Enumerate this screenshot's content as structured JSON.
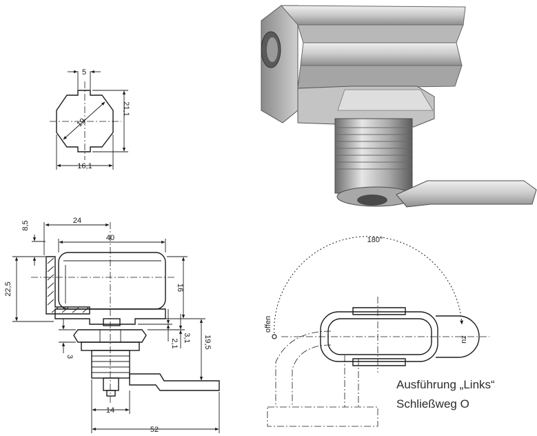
{
  "top_view": {
    "width_slot": "5",
    "height": "21,1",
    "diameter": "19",
    "width": "16,1"
  },
  "side_view": {
    "dim_24": "24",
    "dim_40": "40",
    "dim_8_5": "8,5",
    "dim_22_5": "22,5",
    "dim_16": "16",
    "dim_2_1": "2,1",
    "dim_3_1": "3,1",
    "dim_19_5": "19,5",
    "dim_3": "3",
    "dim_14": "14",
    "dim_52": "52"
  },
  "rotation_view": {
    "angle": "180°",
    "open_label": "offen",
    "closed_label": "zu"
  },
  "caption": {
    "line1": "Ausführung „Links“",
    "line2": "Schließweg O"
  },
  "colors": {
    "line": "#1a1a1a",
    "metal_light": "#d9d9d9",
    "metal_dark": "#7a7a7a"
  }
}
